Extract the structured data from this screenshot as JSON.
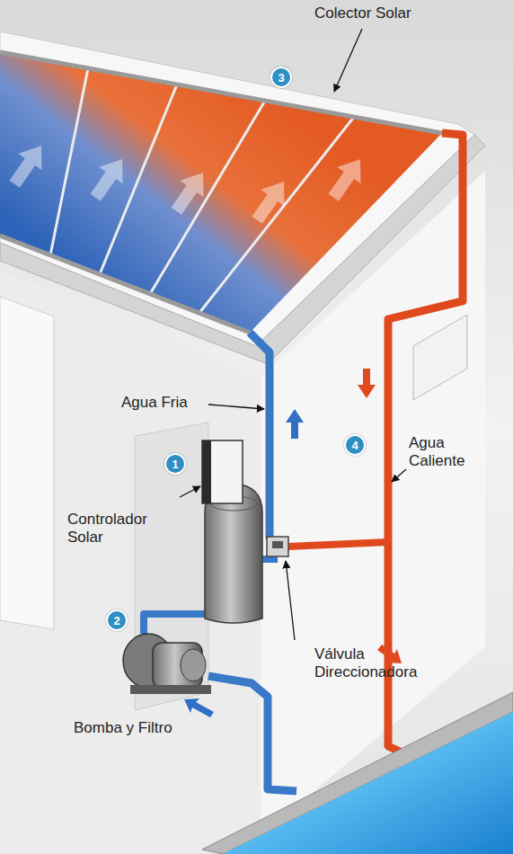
{
  "diagram": {
    "nodes": [
      {
        "text": [
          "3"
        ]
      },
      {
        "text": [
          "4"
        ]
      },
      {
        "text": [
          "1"
        ]
      },
      {
        "text": [
          "2"
        ]
      }
    ],
    "labels": [
      "Colector Solar",
      "Agua Fria",
      "Agua Caliente",
      "Controlador Solar",
      "Válvula Direccionadora",
      "Bomba y Filtro"
    ]
  }
}
